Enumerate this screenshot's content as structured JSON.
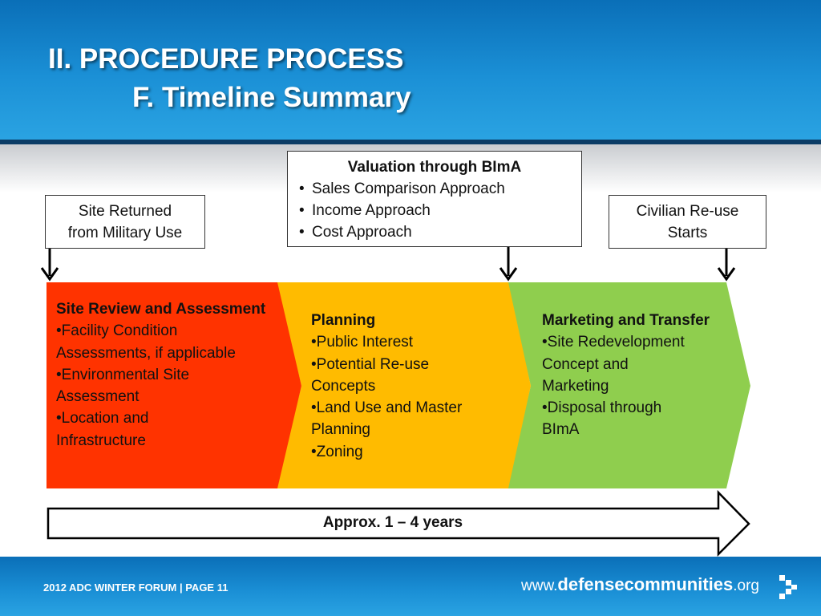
{
  "title": {
    "line1": "II. PROCEDURE  PROCESS",
    "line2": "F. Timeline Summary"
  },
  "callouts": {
    "start": [
      "Site Returned",
      "from Military Use"
    ],
    "valuation": {
      "heading": "Valuation through BImA",
      "items": [
        "Sales Comparison Approach",
        "Income Approach",
        "Cost Approach"
      ]
    },
    "end": [
      "Civilian Re-use",
      "Starts"
    ]
  },
  "phases": [
    {
      "name": "Site Review and Assessment",
      "color": "#ff3300",
      "lines": [
        "•Facility Condition",
        "Assessments, if applicable",
        "•Environmental Site",
        "Assessment",
        "•Location and",
        "Infrastructure"
      ]
    },
    {
      "name": "Planning",
      "color": "#ffbb00",
      "lines": [
        "•Public Interest",
        "•Potential Re-use",
        "Concepts",
        "•Land Use and Master",
        "Planning",
        "•Zoning"
      ]
    },
    {
      "name": "Marketing and Transfer",
      "color": "#8fce4e",
      "lines": [
        "•Site Redevelopment",
        "Concept and",
        "Marketing",
        "•Disposal through",
        "BImA"
      ]
    }
  ],
  "duration": "Approx. 1 – 4 years",
  "footer": {
    "event": "2012 ADC WINTER FORUM | PAGE 11",
    "site_prefix": "www.",
    "site_domain": "defensecommunities",
    "site_suffix": ".org"
  },
  "colors": {
    "header_blue": "#1b90d6",
    "header_dark": "#0b3d66"
  }
}
